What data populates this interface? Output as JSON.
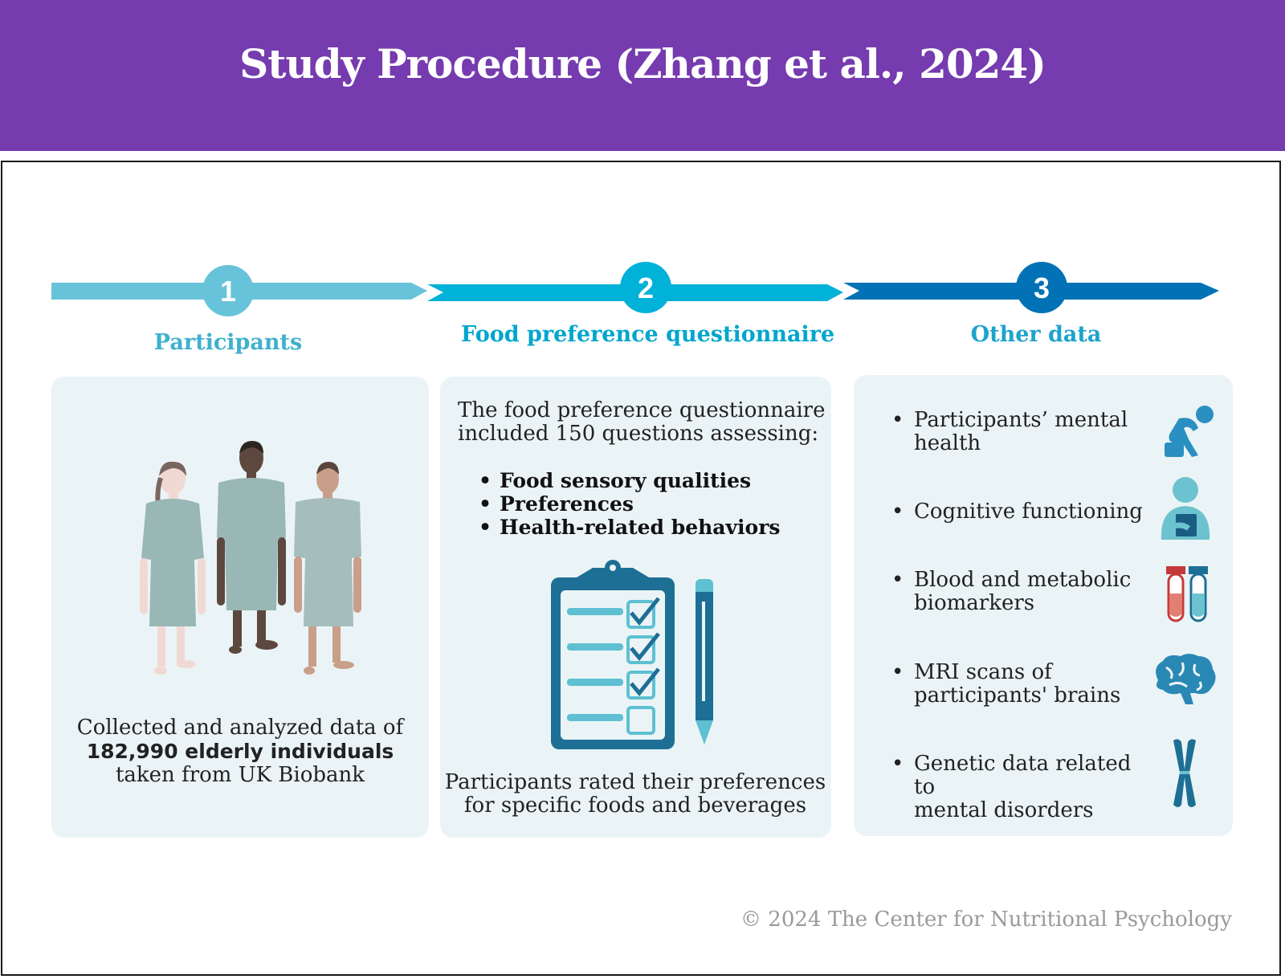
{
  "header": {
    "title": "Study Procedure (Zhang et al., 2024)"
  },
  "colors": {
    "header": "#753baf",
    "step1": "#67c3da",
    "step2": "#00b1d8",
    "step3": "#0072b5",
    "card": "#eaf4f6"
  },
  "steps": [
    {
      "number": "1",
      "title": "Participants"
    },
    {
      "number": "2",
      "title": "Food preference questionnaire"
    },
    {
      "number": "3",
      "title": "Other data"
    }
  ],
  "participants": {
    "line1": "Collected and analyzed data of",
    "line2": "182,990 elderly individuals",
    "line3": "taken from UK Biobank"
  },
  "questionnaire": {
    "intro1": "The food preference questionnaire",
    "intro2": "included 150 questions assessing:",
    "items": [
      "Food sensory qualities",
      "Preferences",
      "Health-related behaviors"
    ],
    "bottom1": "Participants rated their preferences",
    "bottom2": "for specific foods and beverages"
  },
  "other_data": {
    "items": [
      {
        "line1": "Participants’ mental",
        "line2": "health",
        "icon": "mental-health-icon"
      },
      {
        "line1": "Cognitive functioning",
        "line2": "",
        "icon": "cognitive-icon"
      },
      {
        "line1": "Blood and metabolic",
        "line2": "biomarkers",
        "icon": "test-tubes-icon"
      },
      {
        "line1": "MRI scans of",
        "line2": "participants' brains",
        "icon": "brain-icon"
      },
      {
        "line1": "Genetic data related to",
        "line2": "mental disorders",
        "icon": "chromosome-icon"
      }
    ]
  },
  "footer": {
    "copyright": "© 2024 The Center for Nutritional Psychology"
  }
}
